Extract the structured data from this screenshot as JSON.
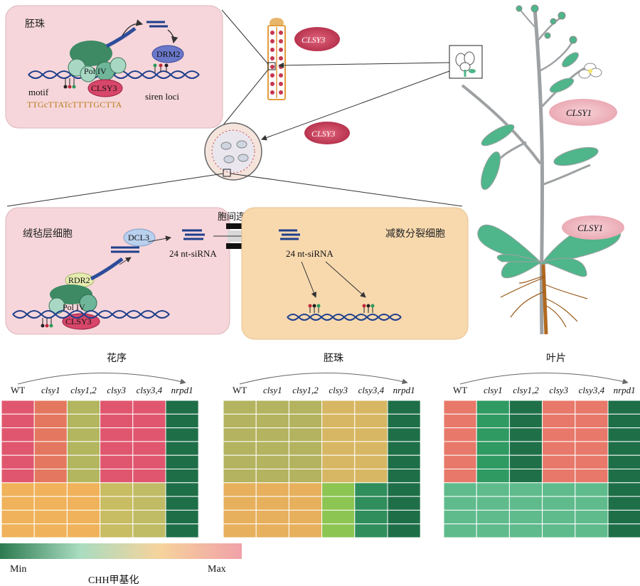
{
  "panels": {
    "ovule_inset": {
      "title": "胚珠",
      "pol": "Pol IV",
      "clsy": "CLSY3",
      "drm": "DRM2",
      "motif_label": "motif",
      "motif_seq": "TTGcTTATcTTTTGCTTA",
      "siren": "siren loci"
    },
    "tapetum": {
      "title": "绒毡层细胞",
      "dcl": "DCL3",
      "rdr": "RDR2",
      "pol": "Pol IV",
      "clsy": "CLSY3",
      "sirna": "24 nt-siRNA"
    },
    "plasmodesmata": "胞间连丝",
    "meiocyte": {
      "title": "减数分裂细胞",
      "sirna": "24 nt-siRNA"
    }
  },
  "plant_labels": {
    "anther_clsy": "CLSY3",
    "ovule_clsy": "CLSY3",
    "leaf_upper": "CLSY1",
    "leaf_lower": "CLSY1"
  },
  "heatmaps": [
    {
      "tissue": "花序",
      "columns": [
        "WT",
        "clsy1",
        "clsy1,2",
        "clsy3",
        "clsy3,4",
        "nrpd1"
      ],
      "top_rows": 6,
      "bottom_rows": 4,
      "top_colors": [
        "#e0566e",
        "#e4775f",
        "#b3b65e",
        "#e0566e",
        "#e0566e",
        "#1e6f48"
      ],
      "bottom_colors": [
        "#f0b25a",
        "#f0b25a",
        "#f0b25a",
        "#c8bd62",
        "#c0bb65",
        "#1e6f48"
      ]
    },
    {
      "tissue": "胚珠",
      "columns": [
        "WT",
        "clsy1",
        "clsy1,2",
        "clsy3",
        "clsy3,4",
        "nrpd1"
      ],
      "top_rows": 6,
      "bottom_rows": 4,
      "top_colors": [
        "#b4b35f",
        "#b4b35f",
        "#b4b35f",
        "#d7b763",
        "#d7b763",
        "#1e6f48"
      ],
      "bottom_colors": [
        "#e6b05c",
        "#e6b05c",
        "#e6b05c",
        "#8cc552",
        "#2f8e5c",
        "#1e6f48"
      ]
    },
    {
      "tissue": "叶片",
      "columns": [
        "WT",
        "clsy1",
        "clsy1,2",
        "clsy3",
        "clsy3,4",
        "nrpd1"
      ],
      "top_rows": 6,
      "bottom_rows": 4,
      "top_colors": [
        "#e8786a",
        "#2f9a62",
        "#1f7048",
        "#e8786a",
        "#e8786a",
        "#1e6f48"
      ],
      "bottom_colors": [
        "#5fbb8c",
        "#5fbb8c",
        "#5fbb8c",
        "#5fbb8c",
        "#5fbb8c",
        "#1e6f48"
      ]
    }
  ],
  "colorbar": {
    "min_label": "Min",
    "max_label": "Max",
    "title": "CHH甲基化",
    "colors": [
      "#2c7a4f",
      "#a9dcc0",
      "#f6d39c",
      "#f0a1a8"
    ]
  }
}
